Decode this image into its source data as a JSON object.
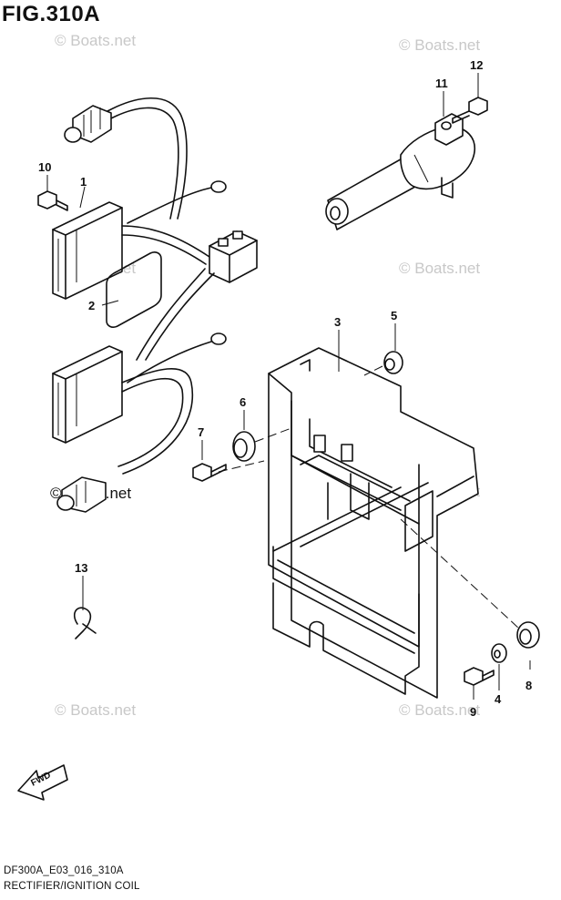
{
  "figure": {
    "title": "FIG.310A",
    "code": "DF300A_E03_016_310A",
    "caption": "RECTIFIER/IGNITION COIL"
  },
  "watermark": "© Boats.net",
  "direction_arrow": {
    "label": "FWD"
  },
  "callouts": [
    "1",
    "2",
    "3",
    "4",
    "5",
    "6",
    "7",
    "8",
    "9",
    "10",
    "11",
    "12",
    "13"
  ],
  "colors": {
    "line": "#111111",
    "watermark": "#c8c8c8",
    "background": "#ffffff"
  }
}
